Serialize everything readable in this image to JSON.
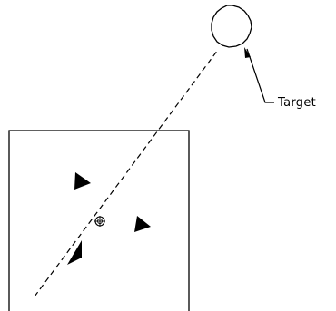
{
  "labels": {
    "target": "Target"
  },
  "colors": {
    "stroke": "#000000",
    "fill": "#000000",
    "background": "#ffffff"
  },
  "icons": {
    "markers": "triangle",
    "center": "crosshair-circle",
    "target": "circle"
  }
}
